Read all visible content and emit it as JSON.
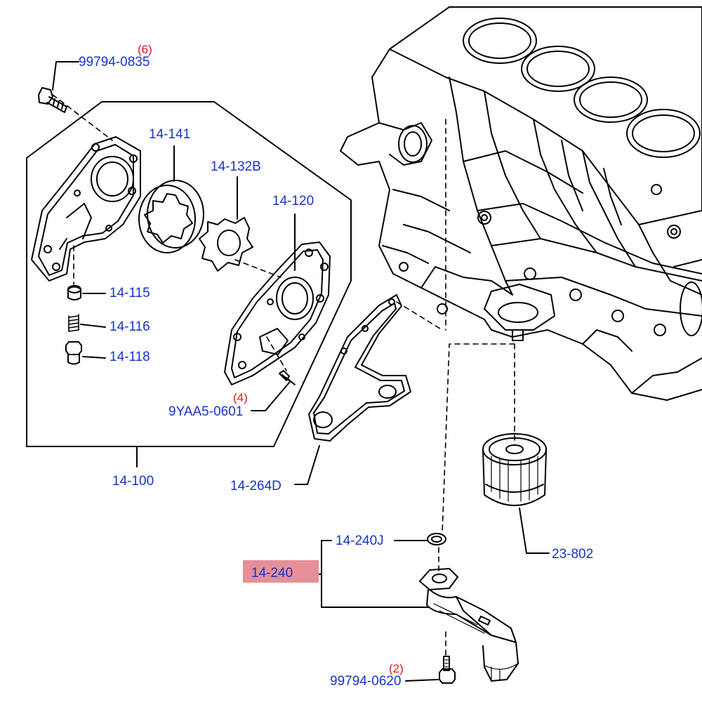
{
  "colors": {
    "label": "#1a33c8",
    "quantity": "#e01818",
    "highlight": "#e58f99",
    "line": "#000000"
  },
  "labels": {
    "p99794_0835": "99794-0835",
    "q6": "(6)",
    "p14_141": "14-141",
    "p14_132b": "14-132B",
    "p14_120": "14-120",
    "p14_115": "14-115",
    "p14_116": "14-116",
    "p14_118": "14-118",
    "q4": "(4)",
    "p9yaa5_0601": "9YAA5-0601",
    "p14_100": "14-100",
    "p14_264d": "14-264D",
    "p14_240j": "14-240J",
    "p14_240": "14-240",
    "p23_802": "23-802",
    "q2": "(2)",
    "p99794_0620": "99794-0620"
  }
}
